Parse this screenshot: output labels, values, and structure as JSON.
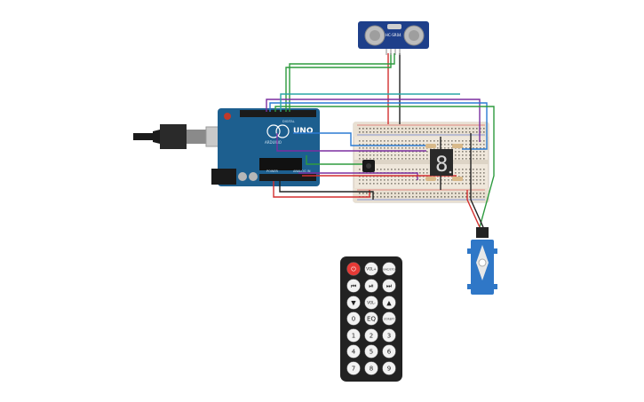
{
  "sensor": {
    "label": "HC-SR04"
  },
  "arduino": {
    "label": "UNO",
    "brand": "ARDUINO",
    "power_label": "POWER",
    "analog_label": "ANALOG IN",
    "digital_label": "DIGITAL"
  },
  "colors": {
    "wire_red": "#d32f2f",
    "wire_black": "#222222",
    "wire_green": "#2e9b3f",
    "wire_purple": "#7b2fa0",
    "wire_blue": "#2b7bd3",
    "wire_teal": "#2aa6a6",
    "arduino_board": "#1d5f8f",
    "breadboard": "#efe7db",
    "sensor_board": "#1e3f8a",
    "remote_body": "#222222",
    "power_button": "#e53935",
    "servo_body": "#2f77c7"
  },
  "remote": {
    "buttons": [
      {
        "id": "power",
        "label": "⏻"
      },
      {
        "id": "vol-up",
        "label": "VOL+"
      },
      {
        "id": "func-stop",
        "label": "FUNC/STOP"
      },
      {
        "id": "rewind",
        "label": "⏮"
      },
      {
        "id": "play-pause",
        "label": "⏯"
      },
      {
        "id": "forward",
        "label": "⏭"
      },
      {
        "id": "down",
        "label": "▼"
      },
      {
        "id": "vol-down",
        "label": "VOL-"
      },
      {
        "id": "up",
        "label": "▲"
      },
      {
        "id": "zero",
        "label": "0"
      },
      {
        "id": "eq",
        "label": "EQ"
      },
      {
        "id": "st-rept",
        "label": "ST/REPT"
      },
      {
        "id": "one",
        "label": "1"
      },
      {
        "id": "two",
        "label": "2"
      },
      {
        "id": "three",
        "label": "3"
      },
      {
        "id": "four",
        "label": "4"
      },
      {
        "id": "five",
        "label": "5"
      },
      {
        "id": "six",
        "label": "6"
      },
      {
        "id": "seven",
        "label": "7"
      },
      {
        "id": "eight",
        "label": "8"
      },
      {
        "id": "nine",
        "label": "9"
      }
    ]
  },
  "display": {
    "digit": "8"
  }
}
